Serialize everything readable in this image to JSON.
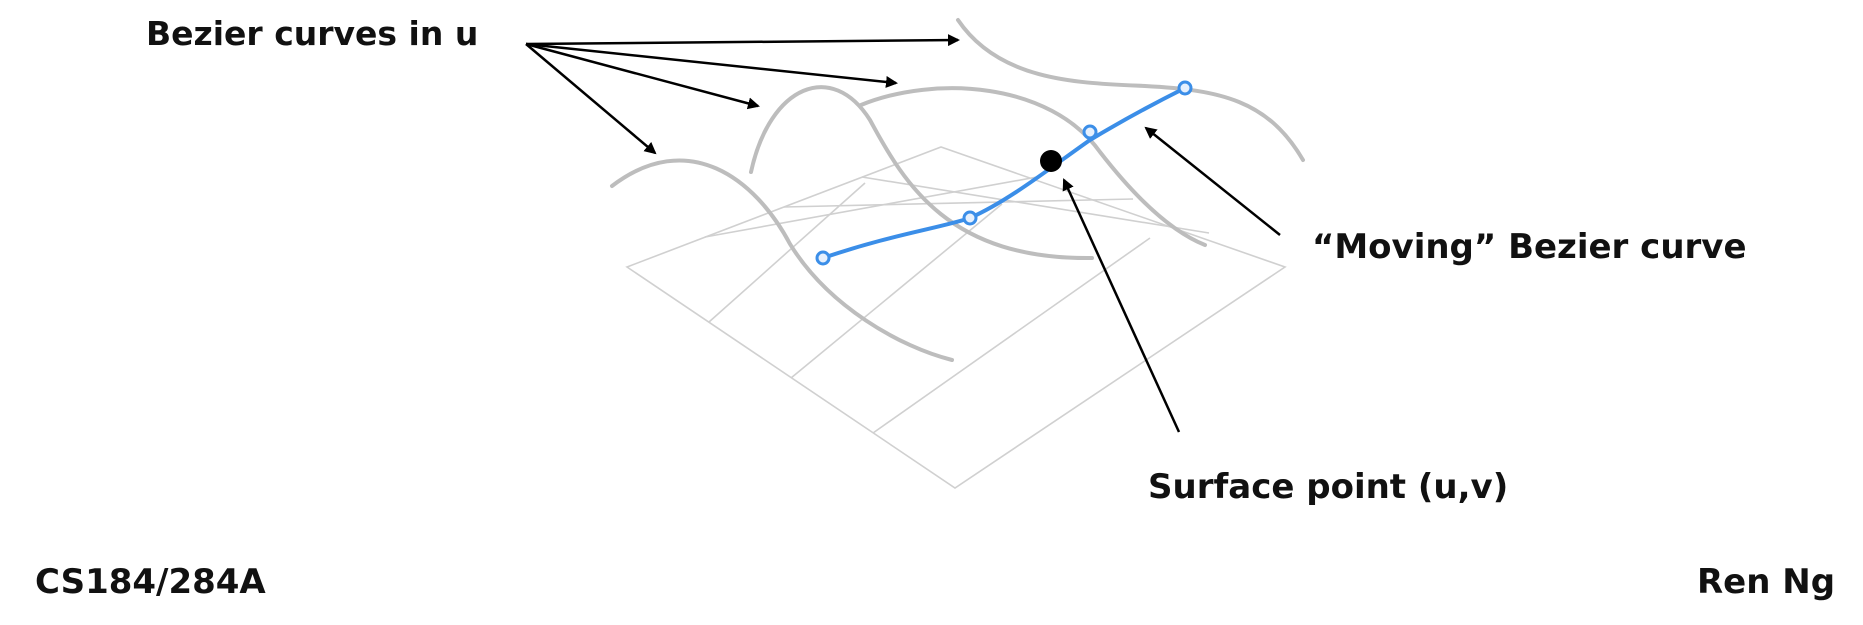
{
  "labels": {
    "bezier_curves_in_u": "Bezier curves in u",
    "moving_bezier_curve": "“Moving” Bezier curve",
    "surface_point": "Surface point (u,v)"
  },
  "footer": {
    "course": "CS184/284A",
    "author": "Ren Ng"
  },
  "colors": {
    "grid": "#d0d0d0",
    "u_curves": "#bdbdbd",
    "moving_curve": "#3b8ee8",
    "surface_point": "#000000",
    "arrows": "#000000",
    "text": "#111111"
  }
}
